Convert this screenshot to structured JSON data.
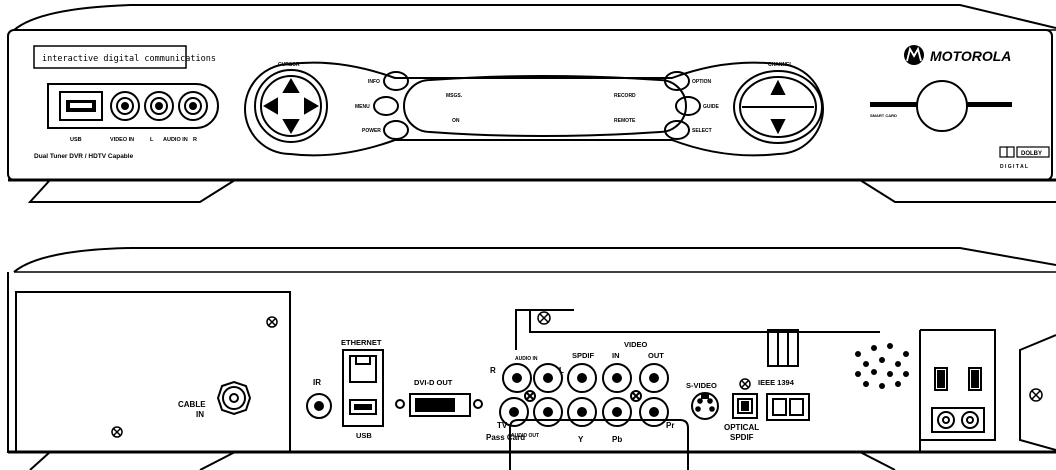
{
  "front": {
    "brand_badge": "interactive digital communications",
    "port_labels": {
      "usb": "USB",
      "video_in": "VIDEO IN",
      "audio_in_l": "L",
      "audio_in": "AUDIO IN",
      "audio_in_r": "R"
    },
    "capability_text": "Dual Tuner DVR / HDTV Capable",
    "cursor_label": "CURSOR",
    "left_buttons": {
      "info": "INFO",
      "menu": "MENU",
      "power": "POWER"
    },
    "display_indicators": {
      "msgs": "MSGS.",
      "record": "RECORD",
      "on": "ON",
      "remote": "REMOTE"
    },
    "right_buttons": {
      "option": "OPTION",
      "guide": "GUIDE",
      "select": "SELECT"
    },
    "channel_label": "CHANNEL",
    "brand": "MOTOROLA",
    "smart_card": "SMART CARD",
    "dolby_top": "DOLBY",
    "dolby_bottom": "D I G I T A L"
  },
  "back": {
    "cable_in_line1": "CABLE",
    "cable_in_line2": "IN",
    "ir": "IR",
    "ethernet": "ETHERNET",
    "usb": "USB",
    "dvi_out": "DVI-D OUT",
    "tv_pass_card_line1": "TV",
    "tv_pass_card_line2": "Pass Card",
    "audio_r": "R",
    "audio_in": "AUDIO IN",
    "audio_l": "L",
    "audio_out": "AUDIO OUT",
    "spdif": "SPDIF",
    "video": "VIDEO",
    "video_in": "IN",
    "video_out": "OUT",
    "y": "Y",
    "pb": "Pb",
    "pr": "Pr",
    "s_video": "S-VIDEO",
    "optical_line1": "OPTICAL",
    "optical_line2": "SPDIF",
    "ieee": "IEEE 1394"
  }
}
